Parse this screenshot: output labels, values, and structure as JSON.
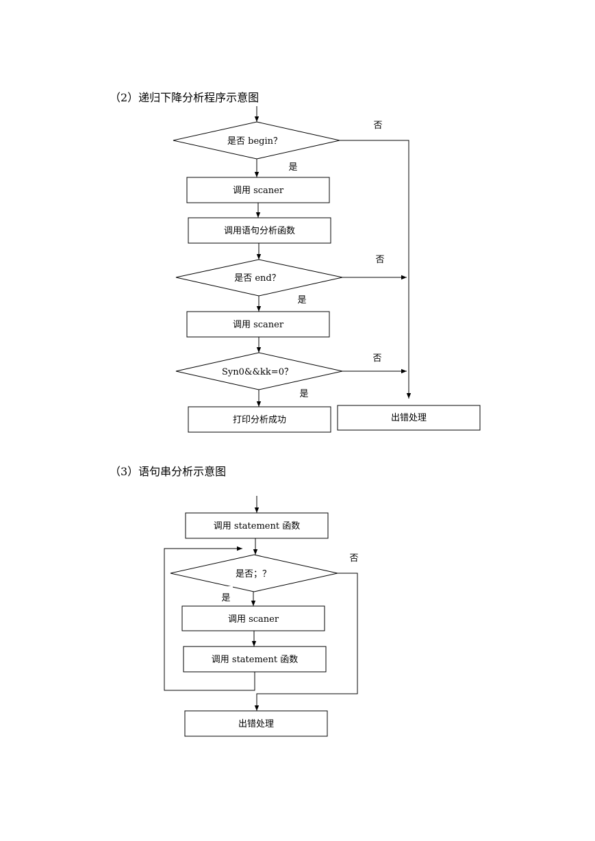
{
  "diagram1": {
    "title": "（2）递归下降分析程序示意图",
    "is_begin": "是否 begin？",
    "call_scaner_1": "调用 scaner",
    "call_stmt_analysis": "调用语句分析函数",
    "is_end": "是否 end？",
    "call_scaner_2": "调用 scaner",
    "syn_check": "Syn0&&kk=0？",
    "print_success": "打印分析成功",
    "error_handling": "出错处理",
    "yes_label": "是",
    "no_label": "否"
  },
  "diagram2": {
    "title": "（3）语句串分析示意图",
    "call_statement_1": "调用 statement 函数",
    "is_semicolon": "是否；？",
    "call_scaner": "调用 scaner",
    "call_statement_2": "调用 statement 函数",
    "error_handling": "出错处理",
    "yes_label": "是",
    "no_label": "否"
  }
}
